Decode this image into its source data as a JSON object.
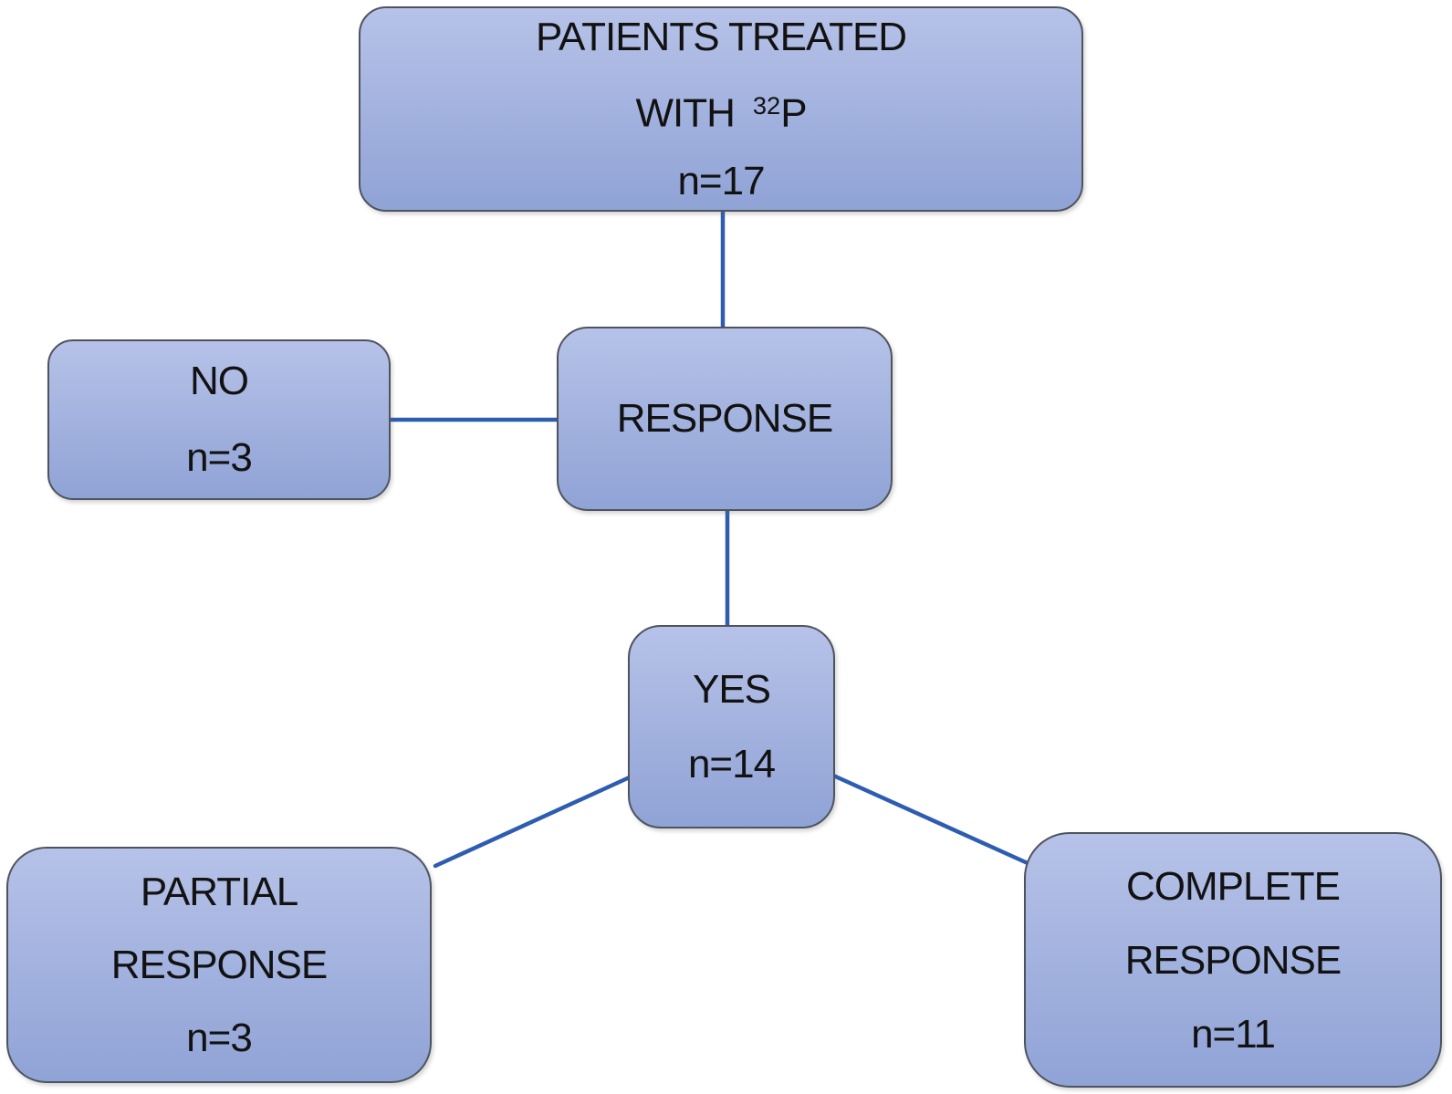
{
  "theme": {
    "fill-top": "#b6c2e8",
    "fill-bottom": "#90a3d6",
    "node-border": "#4e545e",
    "connector": "#2e5db0",
    "text": "#121212",
    "canvas-bg": "#ffffff"
  },
  "diagram": {
    "type": "flowchart",
    "nodes": {
      "patients": {
        "line1": "PATIENTS TREATED",
        "line2_pre": "WITH",
        "line2_sup": "32",
        "line2_post": "P",
        "line3": "n=17"
      },
      "response": {
        "line1": "RESPONSE"
      },
      "no": {
        "line1": "NO",
        "line2": "n=3"
      },
      "yes": {
        "line1": "YES",
        "line2": "n=14"
      },
      "partial": {
        "line1": "PARTIAL",
        "line2": "RESPONSE",
        "line3": "n=3"
      },
      "complete": {
        "line1": "COMPLETE",
        "line2": "RESPONSE",
        "line3": "n=11"
      }
    },
    "edges": [
      {
        "from": "patients",
        "to": "response"
      },
      {
        "from": "response",
        "to": "no"
      },
      {
        "from": "response",
        "to": "yes"
      },
      {
        "from": "yes",
        "to": "partial"
      },
      {
        "from": "yes",
        "to": "complete"
      }
    ]
  }
}
